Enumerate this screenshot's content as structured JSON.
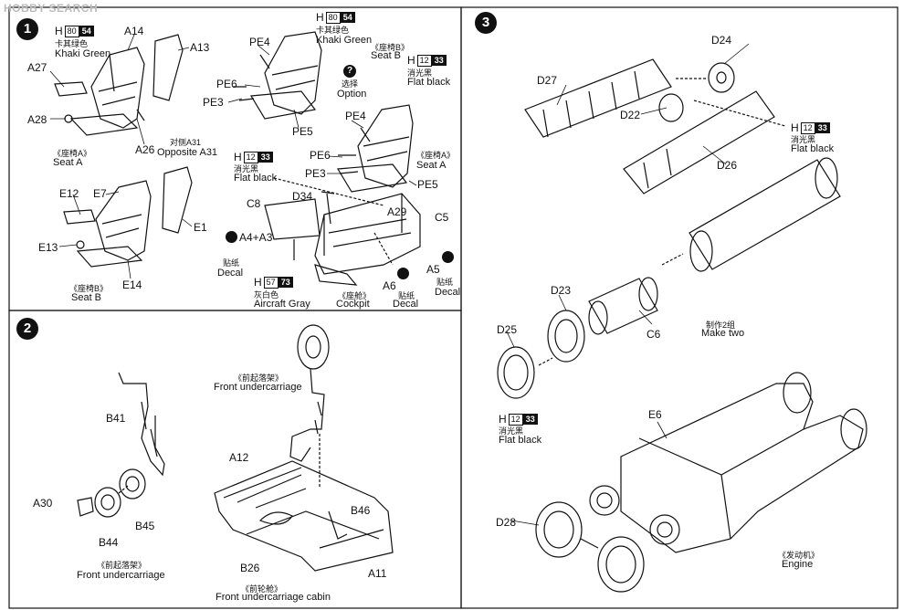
{
  "logo": "HOBBY SEARCH",
  "steps": [
    "1",
    "2",
    "3"
  ],
  "option_mark": "?",
  "s1": {
    "seatA_left": {
      "paint_h": "H",
      "paint_code": "80",
      "paint_num": "54",
      "color_zh": "卡其绿色",
      "color_en": "Khaki Green",
      "parts": {
        "a14": "A14",
        "a13": "A13",
        "a27": "A27",
        "a28": "A28",
        "a26": "A26"
      },
      "opp_zh": "对侧A31",
      "opp_en": "Opposite A31",
      "cap_zh": "《座椅A》",
      "cap_en": "Seat A"
    },
    "seatB_left": {
      "parts": {
        "e12": "E12",
        "e7": "E7",
        "e1": "E1",
        "e13": "E13",
        "e14": "E14"
      },
      "cap_zh": "《座椅B》",
      "cap_en": "Seat B"
    },
    "seatB_option": {
      "paint_h": "H",
      "paint_code": "80",
      "paint_num": "54",
      "color_zh": "卡其绿色",
      "color_en": "Khaki Green",
      "parts": {
        "pe4": "PE4",
        "pe6": "PE6",
        "pe3": "PE3",
        "pe5": "PE5"
      },
      "cap_zh": "《座椅B》",
      "cap_en": "Seat B",
      "opt_zh": "选择",
      "opt_en": "Option",
      "black_h": "H",
      "black_code": "12",
      "black_num": "33",
      "black_zh": "消光黑",
      "black_en": "Flat black"
    },
    "seatA_right": {
      "parts": {
        "pe4": "PE4",
        "pe6": "PE6",
        "pe3": "PE3",
        "pe5": "PE5"
      },
      "cap_zh": "《座椅A》",
      "cap_en": "Seat A"
    },
    "cockpit": {
      "black_h": "H",
      "black_code": "12",
      "black_num": "33",
      "black_zh": "消光黑",
      "black_en": "Flat black",
      "parts": {
        "d34": "D34",
        "c8": "C8",
        "a29": "A29",
        "c5": "C5",
        "a4a3": "A4+A3",
        "a6": "A6",
        "a5": "A5"
      },
      "decal_zh": "贴纸",
      "decal_en": "Decal",
      "gray_h": "H",
      "gray_code": "57",
      "gray_num": "73",
      "gray_zh": "灰白色",
      "gray_en": "Aircraft Gray",
      "cap_zh": "《座舱》",
      "cap_en": "Cockpit"
    }
  },
  "s2": {
    "parts": {
      "b41": "B41",
      "a30": "A30",
      "b44": "B44",
      "b45": "B45",
      "a12": "A12",
      "b46": "B46",
      "b26": "B26",
      "a11": "A11"
    },
    "fu_left_zh": "《前起落架》",
    "fu_left_en": "Front undercarriage",
    "fu_top_zh": "《前起落架》",
    "fu_top_en": "Front undercarriage",
    "cabin_zh": "《前轮舱》",
    "cabin_en": "Front undercarriage cabin"
  },
  "s3": {
    "parts": {
      "d24": "D24",
      "d27": "D27",
      "d22": "D22",
      "d26": "D26",
      "d23": "D23",
      "c6": "C6",
      "d25": "D25",
      "e6": "E6",
      "d28": "D28"
    },
    "black_h": "H",
    "black_code": "12",
    "black_num": "33",
    "black_zh": "消光黑",
    "black_en": "Flat black",
    "black2_h": "H",
    "black2_code": "12",
    "black2_num": "33",
    "black2_zh": "消光黑",
    "black2_en": "Flat black",
    "make_zh": "制作2组",
    "make_en": "Make two",
    "engine_zh": "《发动机》",
    "engine_en": "Engine"
  }
}
